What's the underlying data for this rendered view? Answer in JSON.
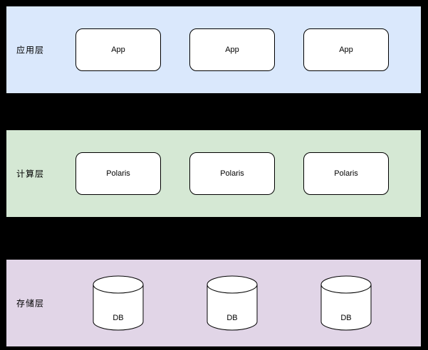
{
  "diagram": {
    "title": "",
    "background_color": "#000000",
    "layers": [
      {
        "id": "application",
        "label": "应用层",
        "color": "#dae8fc",
        "node_type": "rounded-rect",
        "nodes": [
          {
            "label": "App"
          },
          {
            "label": "App"
          },
          {
            "label": "App"
          }
        ]
      },
      {
        "id": "compute",
        "label": "计算层",
        "color": "#d5e8d4",
        "node_type": "rounded-rect",
        "nodes": [
          {
            "label": "Polaris"
          },
          {
            "label": "Polaris"
          },
          {
            "label": "Polaris"
          }
        ]
      },
      {
        "id": "storage",
        "label": "存储层",
        "color": "#e1d5e7",
        "node_type": "cylinder",
        "nodes": [
          {
            "label": "DB"
          },
          {
            "label": "DB"
          },
          {
            "label": "DB"
          }
        ]
      }
    ]
  }
}
